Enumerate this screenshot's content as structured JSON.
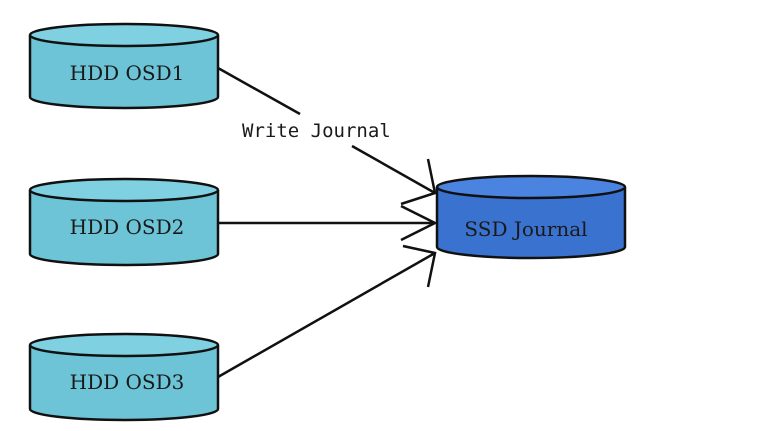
{
  "nodes": {
    "osd1": {
      "label": "HDD OSD1"
    },
    "osd2": {
      "label": "HDD OSD2"
    },
    "osd3": {
      "label": "HDD OSD3"
    },
    "journal": {
      "label": "SSD Journal"
    }
  },
  "edge_label": "Write Journal",
  "colors": {
    "hdd_fill": "#6cc4d6",
    "hdd_top": "#7fd0e0",
    "ssd_fill": "#3a72d0",
    "ssd_top": "#4a84e0",
    "stroke": "#111111",
    "background": "#ffffff"
  }
}
